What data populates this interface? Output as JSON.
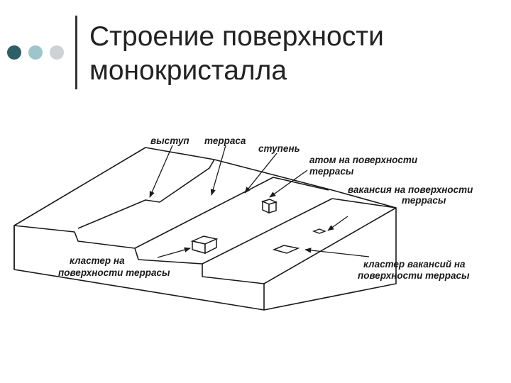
{
  "slide": {
    "title_line1": "Строение поверхности",
    "title_line2": "монокристалла"
  },
  "labels": {
    "protrusion": "выступ",
    "terrace": "терраса",
    "step": "ступень",
    "atom_line1": "атом на поверхности",
    "atom_line2": "террасы",
    "vacancy_line1": "вакансия на поверхности",
    "vacancy_line2": "террасы",
    "cluster_line1": "кластер на",
    "cluster_line2": "поверхности террасы",
    "vacancy_cluster_line1": "кластер вакансий на",
    "vacancy_cluster_line2": "поверхности террасы"
  },
  "colors": {
    "dot_dark": "#2f5f66",
    "dot_mid": "#9fc5cc",
    "dot_light": "#cfd2d4",
    "ink": "#1a1a1a"
  }
}
